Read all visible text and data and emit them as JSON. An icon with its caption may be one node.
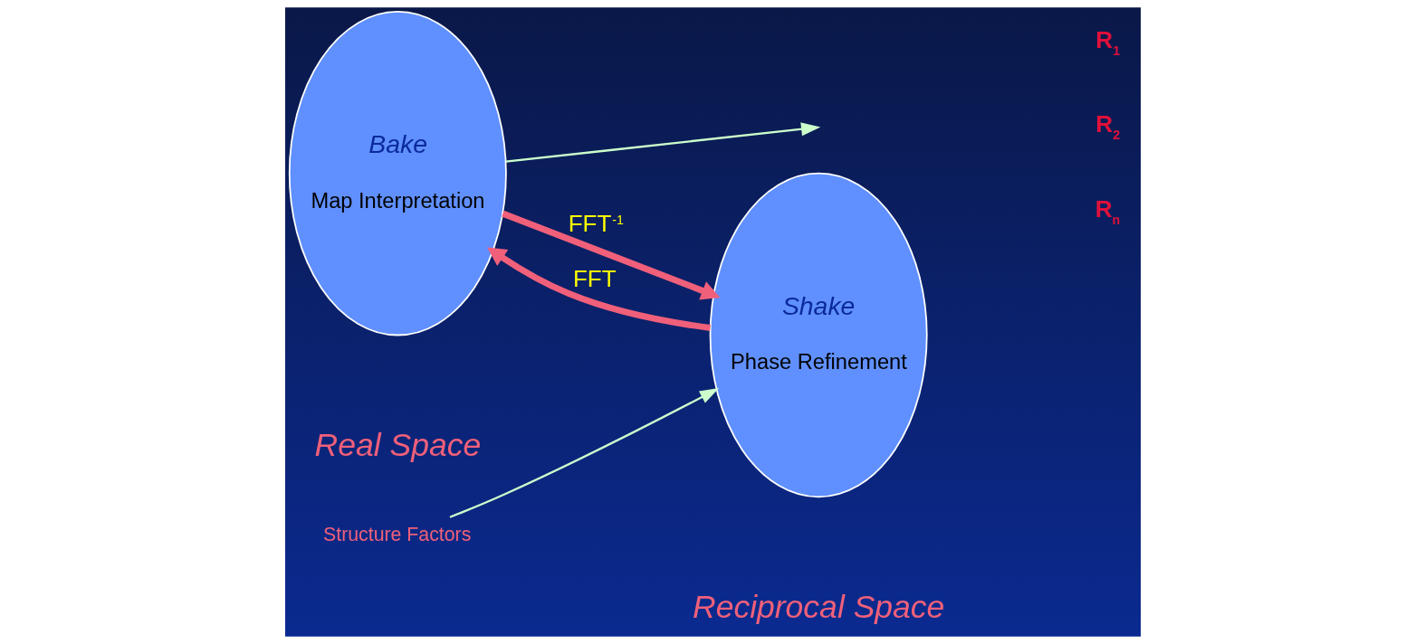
{
  "diagram": {
    "nodes": [
      {
        "text": [
          "Structure Factors"
        ]
      },
      {
        "text": [
          "Shake",
          "Phase Refinement"
        ],
        "beside": [
          "Reciprocal Space"
        ]
      },
      {
        "text": [
          "Bake",
          "Map Interpretation"
        ],
        "beside": [
          "Real Space"
        ]
      }
    ],
    "edges": [
      {
        "from": 0,
        "to": 1,
        "arrow": "to",
        "color": "#ccffcc"
      },
      {
        "from": 1,
        "to": 2,
        "arrow": "to",
        "label": "FFT",
        "style": "thick",
        "color": "#f0607a"
      },
      {
        "from": 2,
        "to": 1,
        "arrow": "to",
        "label": "FFT$^{-1}$",
        "style": "thick",
        "color": "#f0607a"
      },
      {
        "from": 2,
        "to": null,
        "arrow": "to",
        "color": "#ccffcc"
      }
    ],
    "labels": [
      "R$_{1}$",
      "R$_{2}$",
      "R$_{n}$"
    ]
  }
}
